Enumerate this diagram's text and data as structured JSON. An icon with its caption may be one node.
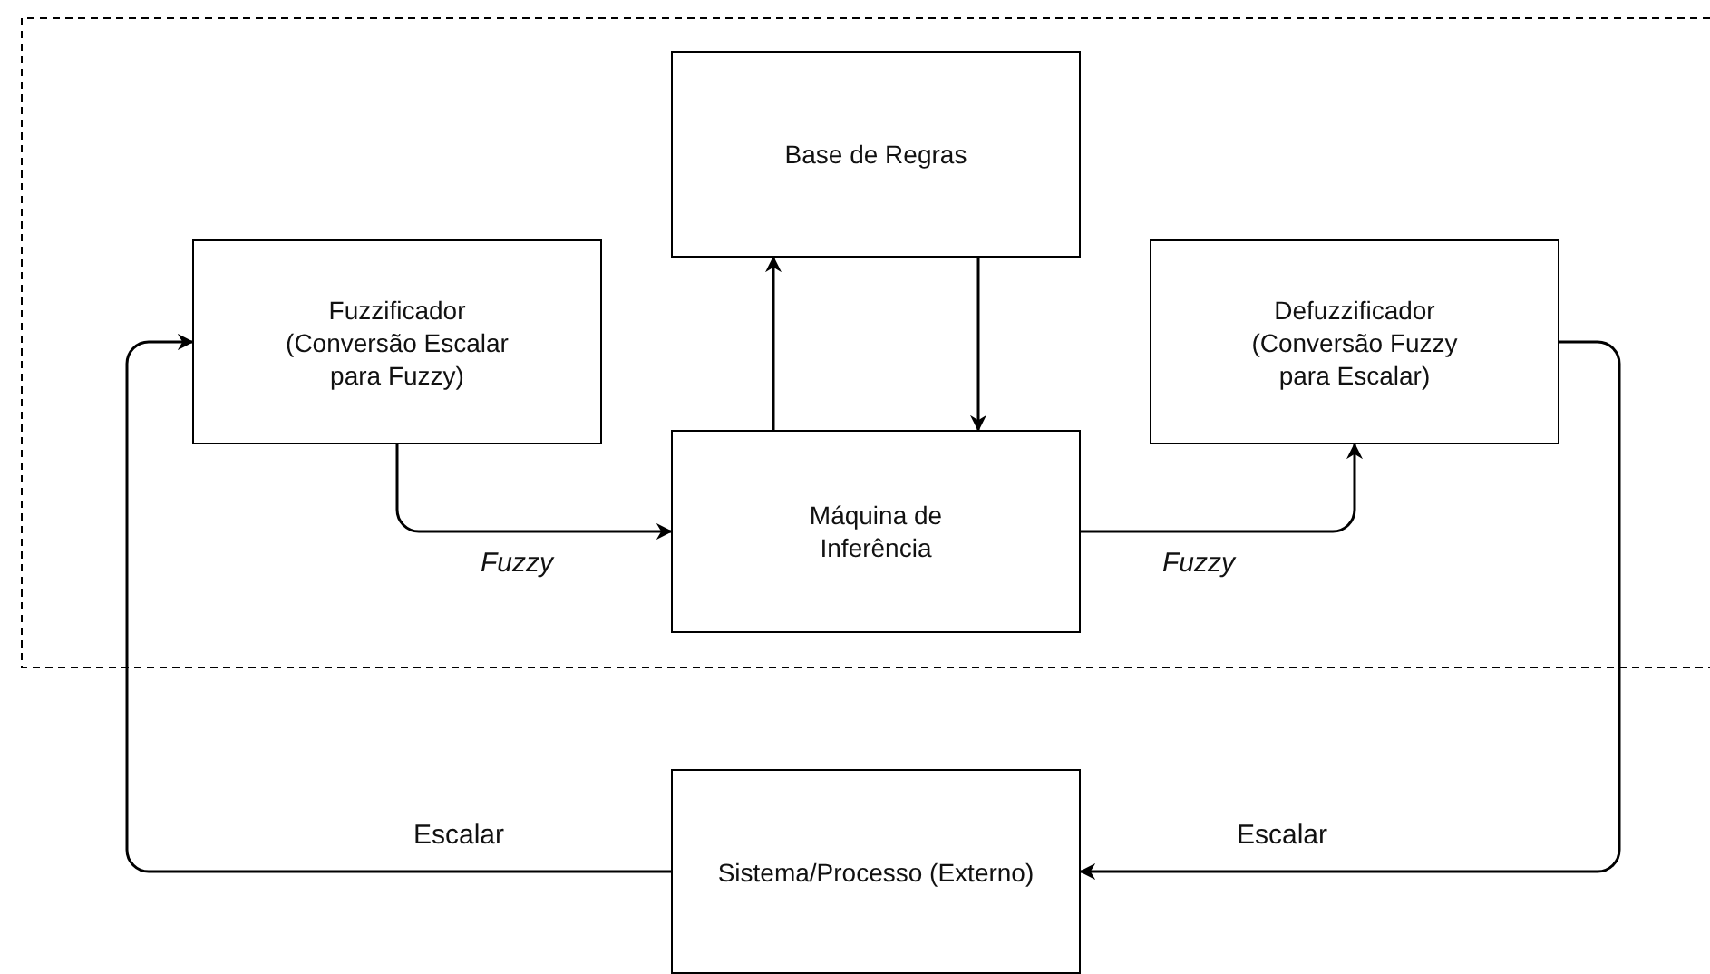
{
  "diagram": {
    "nodes": [
      {
        "text": [
          "Base de Regras"
        ]
      },
      {
        "text": [
          "Fuzzificador (Conversão Escalar para Fuzzy)"
        ]
      },
      {
        "text": [
          "Máquina de Inferência"
        ]
      },
      {
        "text": [
          "Defuzzificador (Conversão Fuzzy para Escalar)"
        ]
      },
      {
        "text": [
          "Sistema/Processo (Externo)"
        ]
      }
    ],
    "edges": [
      {
        "from": 2,
        "to": 0,
        "arrow": "to"
      },
      {
        "from": 0,
        "to": 2,
        "arrow": "to"
      },
      {
        "from": 1,
        "to": 2,
        "arrow": "to",
        "label": "Fuzzy"
      },
      {
        "from": 2,
        "to": 3,
        "arrow": "to",
        "label": "Fuzzy"
      },
      {
        "from": 3,
        "to": 4,
        "arrow": "to",
        "label": "Escalar"
      },
      {
        "from": 4,
        "to": 1,
        "arrow": "to",
        "label": "Escalar"
      }
    ]
  }
}
